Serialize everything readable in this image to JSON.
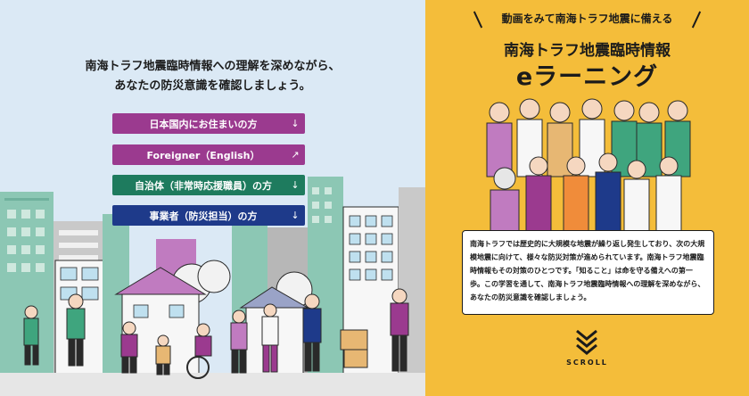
{
  "intro": {
    "line1": "南海トラフ地震臨時情報への理解を深めながら、",
    "line2": "あなたの防災意識を確認しましょう。"
  },
  "buttons": [
    {
      "label": "日本国内にお住まいの方",
      "arrow": "↓"
    },
    {
      "label": "Foreigner（English）",
      "arrow": "↗"
    },
    {
      "label": "自治体（非常時応援職員）の方",
      "arrow": "↓"
    },
    {
      "label": "事業者（防災担当）の方",
      "arrow": "↓"
    }
  ],
  "hero": {
    "tagline": "動画をみて南海トラフ地震に備える",
    "title_line1": "南海トラフ地震臨時情報",
    "title_line2": "eラーニング"
  },
  "description": "南海トラフでは歴史的に大規模な地震が繰り返し発生しており、次の大規模地震に向けて、様々な防災対策が進められています。南海トラフ地震臨時情報もその対策のひとつです。「知ること」は命を守る備えへの第一歩。この学習を通して、南海トラフ地震臨時情報への理解を深めながら、あなたの防災意識を確認しましょう。",
  "scroll": {
    "label": "SCROLL"
  },
  "colors": {
    "left_bg": "#dbe9f5",
    "right_bg": "#f4bd3a",
    "purple": "#9b3a8f",
    "green": "#1e7b5e",
    "navy": "#1e3a8a"
  }
}
